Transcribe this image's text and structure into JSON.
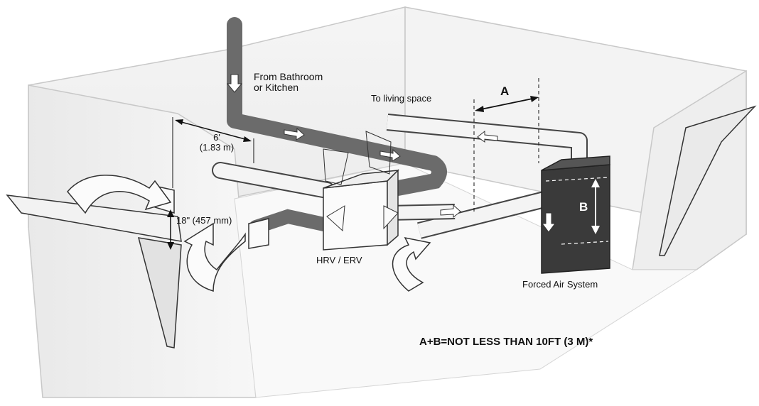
{
  "labels": {
    "bathroom_line1": "From Bathroom",
    "bathroom_line2": "or Kitchen",
    "living_space": "To living space",
    "dim_a": "A",
    "dim_b": "B",
    "six_ft": "6'",
    "six_ft_metric": "(1.83 m)",
    "eighteen_in": "18\" (457 mm)",
    "hrv_erv": "HRV / ERV",
    "forced_air": "Forced  Air System",
    "rule": "A+B=NOT LESS THAN 10FT (3 M)*"
  },
  "colors": {
    "wall": "#f2f2f2",
    "wall_edge": "#bdbdbd",
    "duct_dark": "#6b6b6b",
    "duct_light": "#f4f4f4",
    "furnace": "#3a3a3a"
  }
}
